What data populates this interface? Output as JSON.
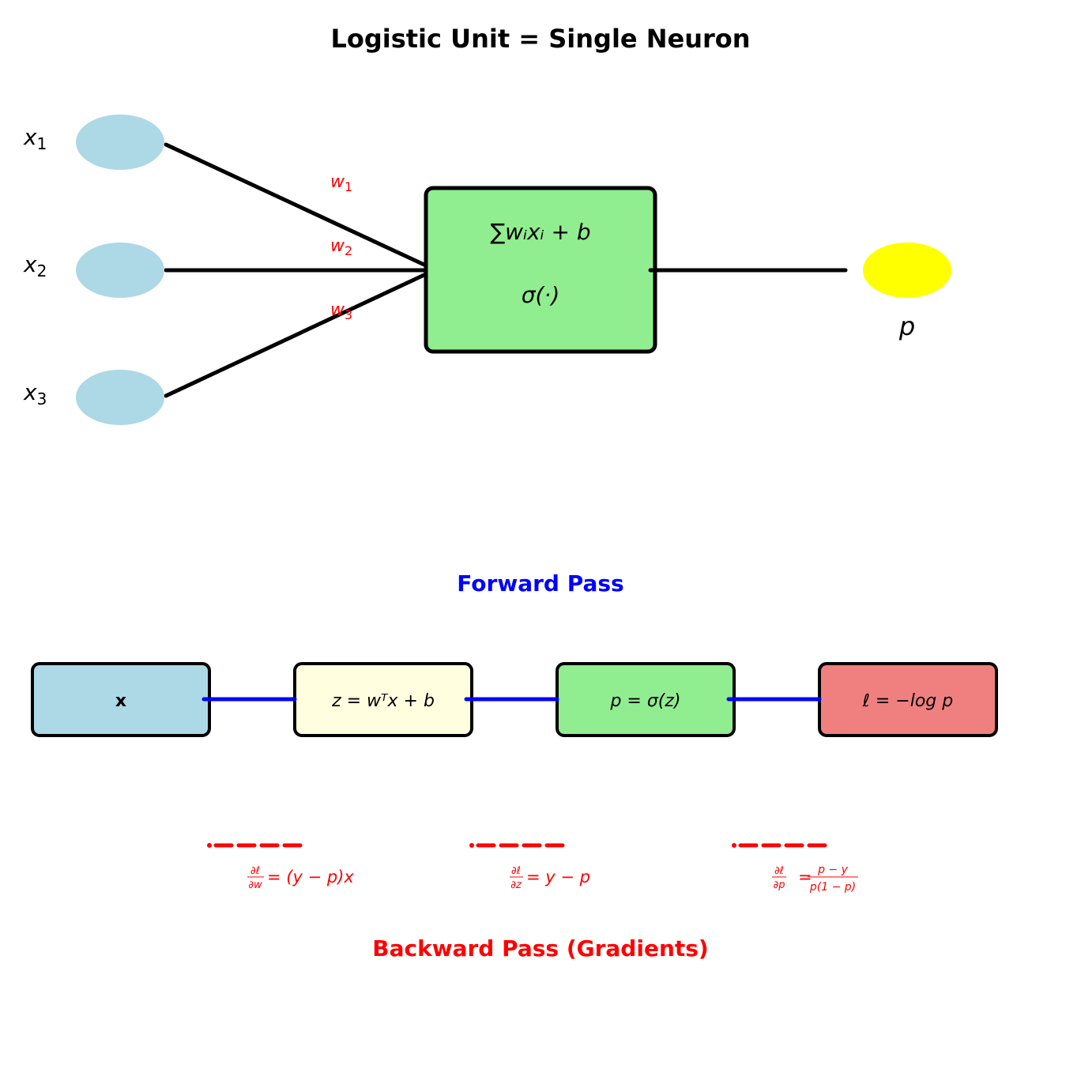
{
  "title": "Logistic Unit = Single Neuron",
  "neuron": {
    "inputs": [
      {
        "label": "x",
        "sub": "1",
        "weight": "w",
        "weight_sub": "1"
      },
      {
        "label": "x",
        "sub": "2",
        "weight": "w",
        "weight_sub": "2"
      },
      {
        "label": "x",
        "sub": "3",
        "weight": "w",
        "weight_sub": "3"
      }
    ],
    "unit": {
      "line1": "∑wᵢxᵢ + b",
      "line2": "σ(·)"
    },
    "output": {
      "label": "p"
    }
  },
  "forward": {
    "title": "Forward Pass",
    "boxes": [
      {
        "label": "x",
        "color": "#add8e6"
      },
      {
        "label": "z = wᵀx + b",
        "color": "#ffffe0"
      },
      {
        "label": "p = σ(z)",
        "color": "#90ee90"
      },
      {
        "label": "ℓ = −log p",
        "color": "#f08080"
      }
    ]
  },
  "backward": {
    "title": "Backward Pass (Gradients)",
    "gradients": [
      {
        "num": "∂ℓ",
        "den": "∂w",
        "rhs": "= (y − p)x"
      },
      {
        "num": "∂ℓ",
        "den": "∂z",
        "rhs": "= y − p"
      },
      {
        "num": "∂ℓ",
        "den": "∂p",
        "rhs_num": "p − y",
        "rhs_den": "p(1 − p)"
      }
    ]
  },
  "colors": {
    "input_node": "#add8e6",
    "unit_box": "#90ee90",
    "output_node": "#ffff00",
    "weight_label": "#ff0000",
    "forward": "#0000ff",
    "backward": "#ff0000"
  }
}
